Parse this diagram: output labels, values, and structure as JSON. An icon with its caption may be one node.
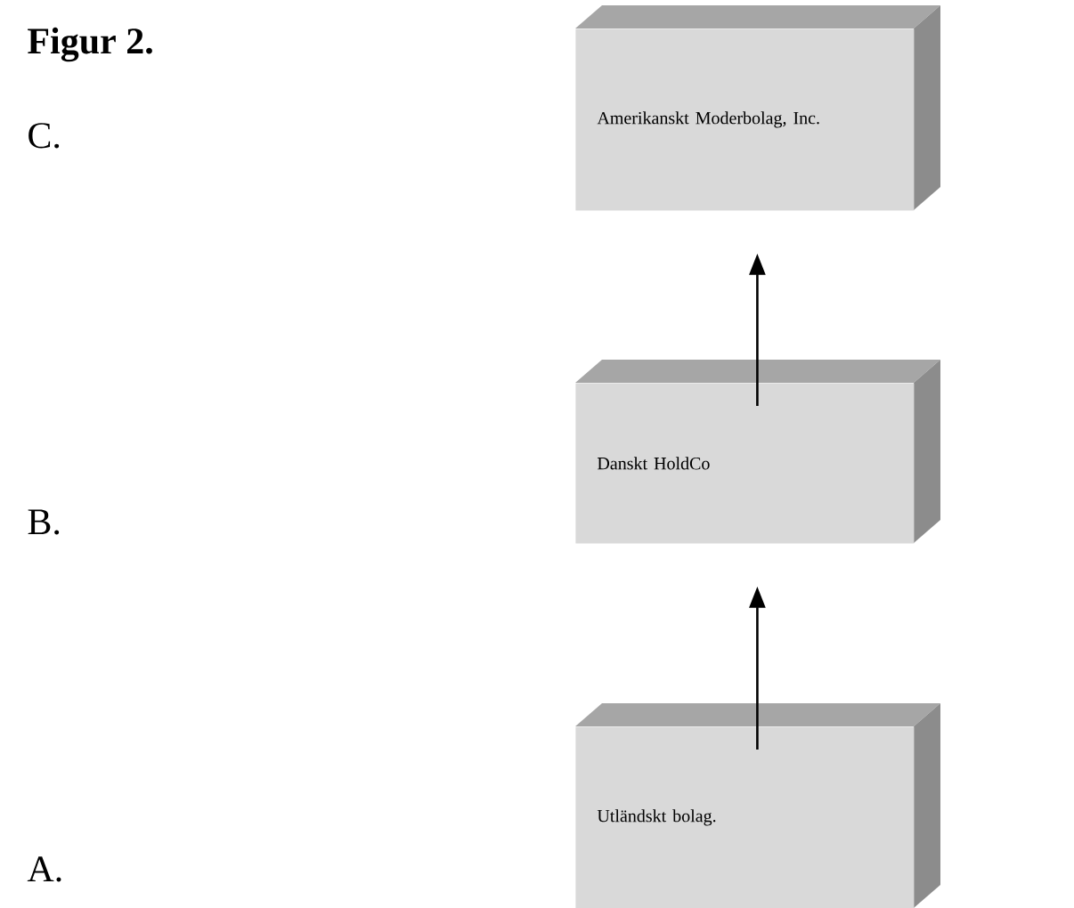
{
  "diagram": {
    "title": "Figur 2.",
    "nodes": [
      {
        "text": [
          "Amerikanskt Moderbolag, Inc."
        ]
      },
      {
        "text": [
          "Danskt HoldCo"
        ]
      },
      {
        "text": [
          "Utländskt bolag."
        ]
      }
    ],
    "edges": [
      {
        "from": 1,
        "to": 0,
        "arrow": "to"
      },
      {
        "from": 2,
        "to": 1,
        "arrow": "to"
      }
    ],
    "labels": [
      "C.",
      "B.",
      "A."
    ]
  }
}
